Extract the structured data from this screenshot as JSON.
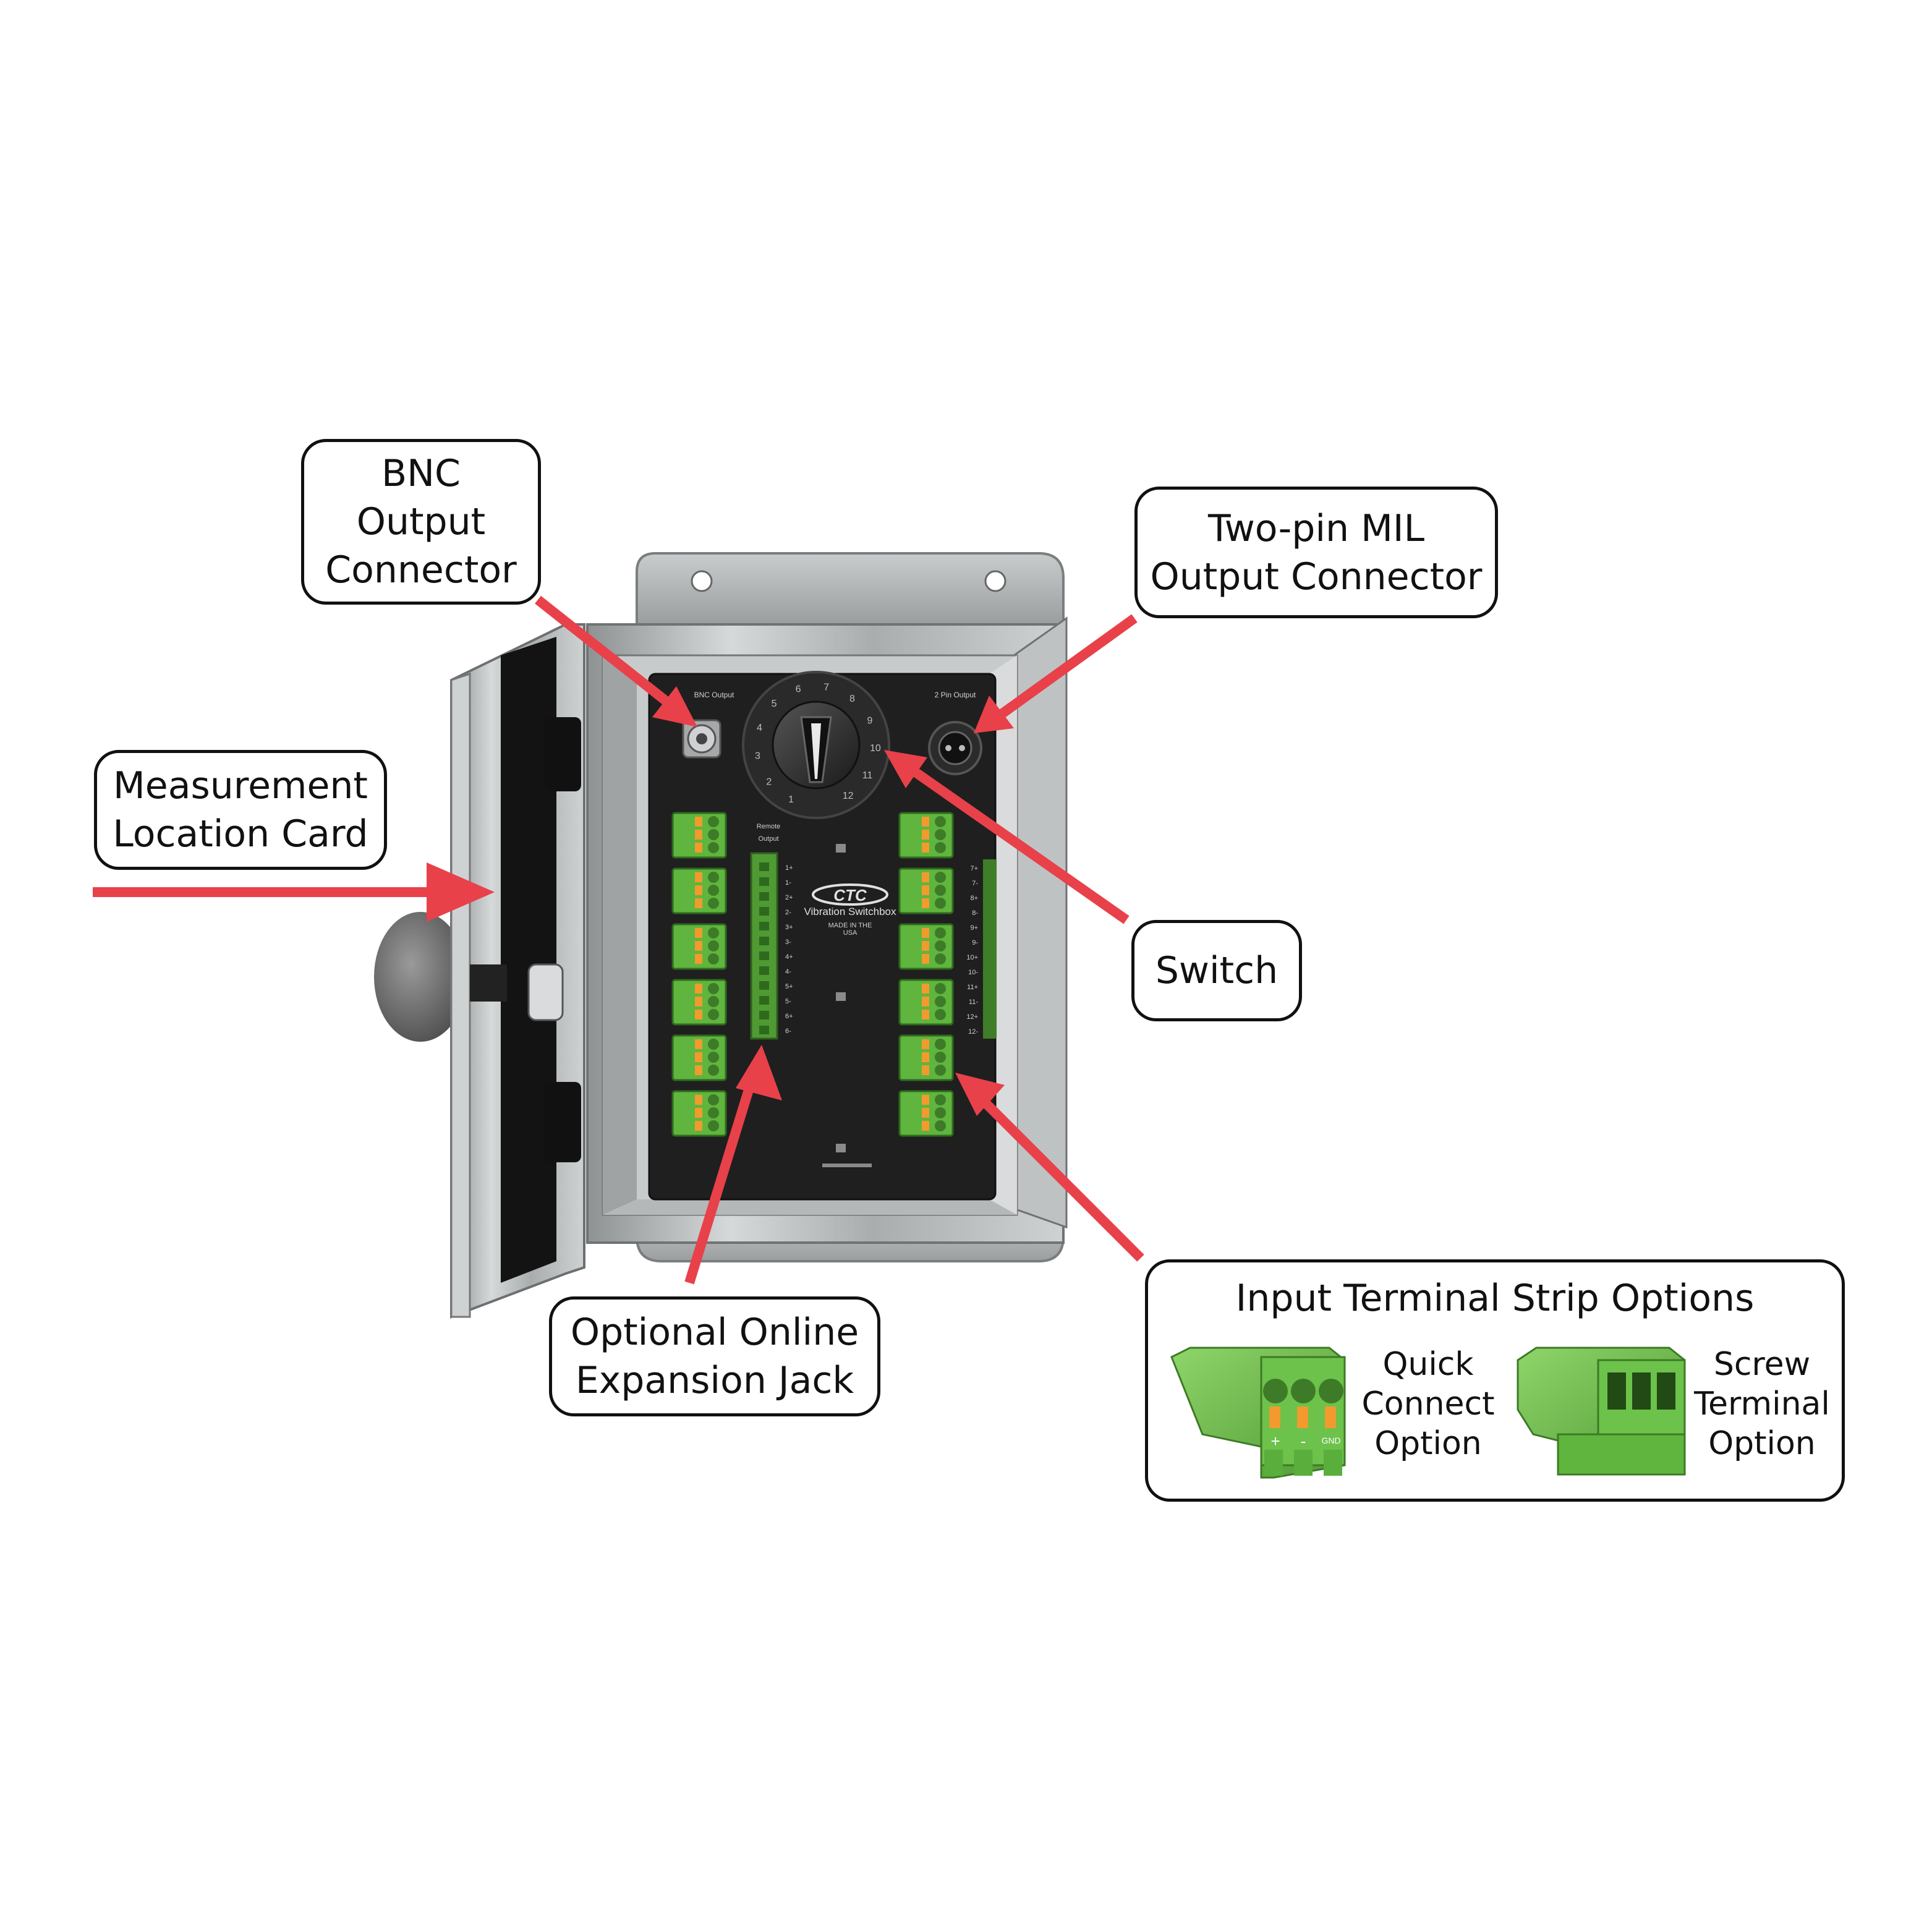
{
  "callouts": {
    "bnc": {
      "lines": [
        "BNC",
        "Output",
        "Connector"
      ]
    },
    "mil": {
      "lines": [
        "Two-pin MIL",
        "Output Connector"
      ]
    },
    "card": {
      "lines": [
        "Measurement",
        "Location Card"
      ]
    },
    "switch": {
      "lines": [
        "Switch"
      ]
    },
    "expansion": {
      "lines": [
        "Optional Online",
        "Expansion Jack"
      ]
    },
    "terminal": {
      "title": "Input Terminal Strip Options",
      "quick": [
        "Quick",
        "Connect",
        "Option"
      ],
      "screw": [
        "Screw",
        "Terminal",
        "Option"
      ]
    }
  },
  "board": {
    "bnc_label": "BNC Output",
    "pin_label": "2 Pin Output",
    "remote_label_1": "Remote",
    "remote_label_2": "Output",
    "brand": "CTC",
    "product": "Vibration Switchbox",
    "made_1": "MADE IN THE",
    "made_2": "USA",
    "dial_numbers": [
      "1",
      "2",
      "3",
      "4",
      "5",
      "6",
      "7",
      "8",
      "9",
      "10",
      "11",
      "12"
    ],
    "strip_labels": [
      "1+",
      "1-",
      "2+",
      "2-",
      "3+",
      "3-",
      "4+",
      "4-",
      "5+",
      "5-",
      "6+",
      "6-"
    ],
    "right_labels": [
      "7+",
      "7-",
      "8+",
      "8-",
      "9+",
      "9-",
      "10+",
      "10-",
      "11+",
      "11-",
      "12+",
      "12-"
    ],
    "connector_marks": [
      "+",
      "-",
      "GND"
    ]
  },
  "colors": {
    "arrow": "#e8414a",
    "board": "#1f1f1f",
    "terminal_green": "#6cc24a",
    "terminal_orange": "#f29a2e",
    "steel": "#b9bcbd"
  }
}
